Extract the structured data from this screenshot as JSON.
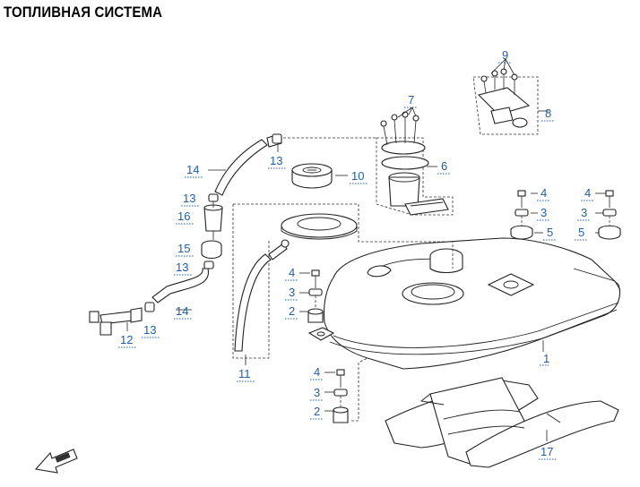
{
  "title": "ТОПЛИВНАЯ СИСТЕМА",
  "callouts": {
    "c1": "1",
    "c2a": "2",
    "c2b": "2",
    "c3a": "3",
    "c3b": "3",
    "c3c": "3",
    "c3d": "3",
    "c4a": "4",
    "c4b": "4",
    "c4c": "4",
    "c4d": "4",
    "c5a": "5",
    "c5b": "5",
    "c6": "6",
    "c7": "7",
    "c8": "8",
    "c9": "9",
    "c10": "10",
    "c11": "11",
    "c12": "12",
    "c13a": "13",
    "c13b": "13",
    "c13c": "13",
    "c13d": "13",
    "c14a": "14",
    "c14b": "14",
    "c15": "15",
    "c16": "16",
    "c17": "17"
  },
  "icons": {
    "front_arrow": "front-direction-arrow-icon"
  }
}
